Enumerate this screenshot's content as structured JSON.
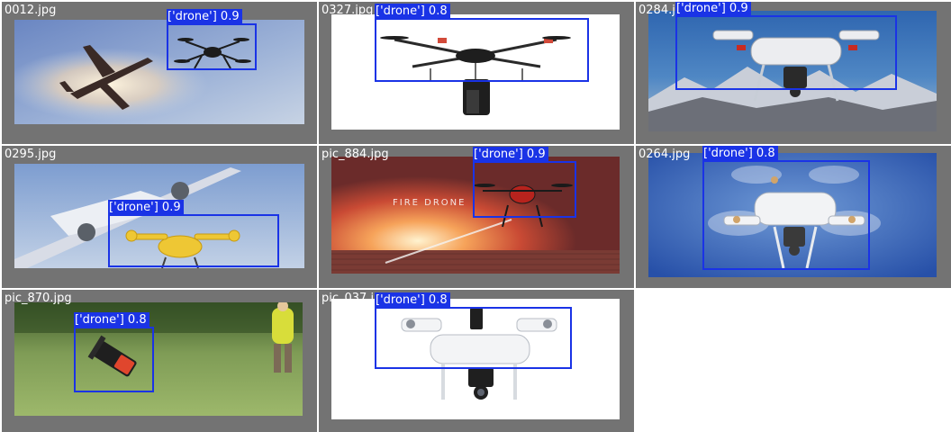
{
  "colors": {
    "tile_background": "#737373",
    "box_border": "#1a33e6",
    "label_text": "#ffffff"
  },
  "tiles": [
    {
      "filename": "0012.jpg",
      "detections": [
        {
          "label": "['drone'] 0.9"
        }
      ]
    },
    {
      "filename": "0327.jpg",
      "detections": [
        {
          "label": "['drone'] 0.8"
        }
      ]
    },
    {
      "filename": "0284.jpg",
      "detections": [
        {
          "label": "['drone'] 0.9"
        }
      ]
    },
    {
      "filename": "0295.jpg",
      "detections": [
        {
          "label": "['drone'] 0.9"
        }
      ]
    },
    {
      "filename": "pic_884.jpg",
      "detections": [
        {
          "label": "['drone'] 0.9"
        }
      ],
      "image_caption": "FIRE DRONE"
    },
    {
      "filename": "0264.jpg",
      "detections": [
        {
          "label": "['drone'] 0.8"
        }
      ]
    },
    {
      "filename": "pic_870.jpg",
      "detections": [
        {
          "label": "['drone'] 0.8"
        }
      ]
    },
    {
      "filename": "pic_037.jpg",
      "detections": [
        {
          "label": "['drone'] 0.8"
        }
      ]
    }
  ]
}
